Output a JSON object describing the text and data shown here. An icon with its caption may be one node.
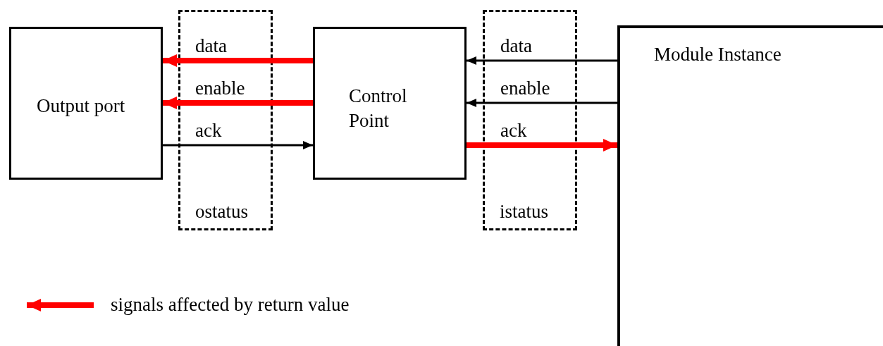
{
  "diagram": {
    "nodes": [
      {
        "text": [
          "Output port"
        ]
      },
      {
        "text": [
          "Control Point"
        ]
      },
      {
        "text": [
          "Module Instance"
        ]
      }
    ],
    "edges": [
      {
        "from": 1,
        "to": 0,
        "arrow": "to",
        "label": "data",
        "style": "thick",
        "color": "#ff0000"
      },
      {
        "from": 1,
        "to": 0,
        "arrow": "to",
        "label": "enable",
        "style": "thick",
        "color": "#ff0000"
      },
      {
        "from": 0,
        "to": 1,
        "arrow": "to",
        "label": "ack",
        "color": "#000000"
      },
      {
        "from": 2,
        "to": 1,
        "arrow": "to",
        "label": "data",
        "color": "#000000"
      },
      {
        "from": 2,
        "to": 1,
        "arrow": "to",
        "label": "enable",
        "color": "#000000"
      },
      {
        "from": 1,
        "to": 2,
        "arrow": "to",
        "label": "ack",
        "style": "thick",
        "color": "#ff0000"
      }
    ],
    "labels": [
      "ostatus",
      "istatus"
    ],
    "legend": [
      {
        "text": "signals affected by return value"
      }
    ]
  }
}
